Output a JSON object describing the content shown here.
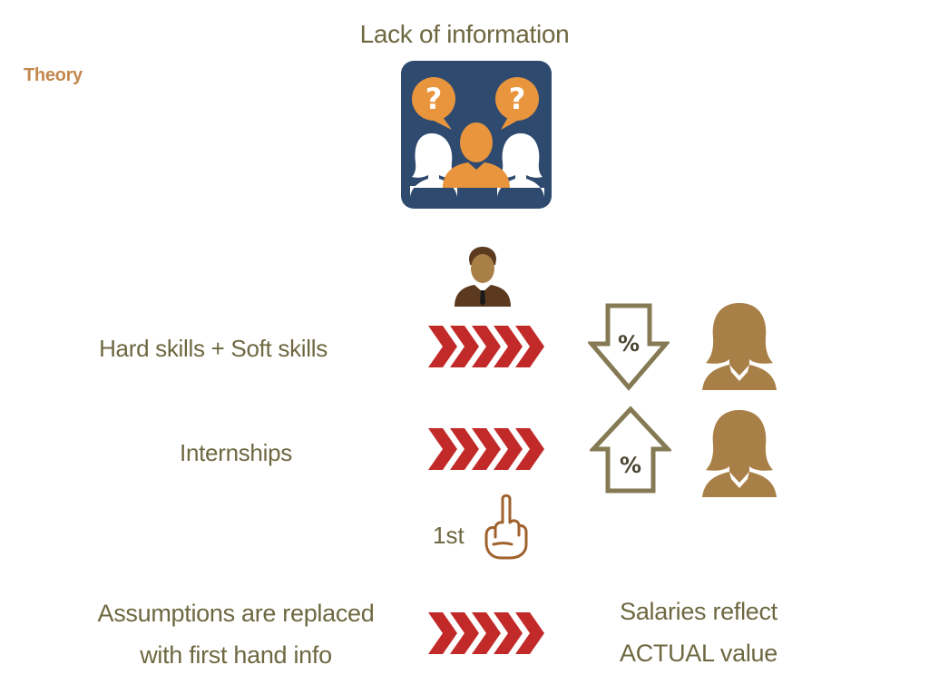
{
  "slide": {
    "title": "Lack of information",
    "section_tag": "Theory"
  },
  "rows": [
    {
      "label": "Hard skills + Soft skills",
      "rate_icon": "percent-down-arrow-icon",
      "person_icon": "woman-icon"
    },
    {
      "label": "Internships",
      "rate_icon": "percent-up-house-icon",
      "person_icon": "woman-icon"
    }
  ],
  "first_marker": {
    "label": "1st",
    "icon": "index-finger-icon"
  },
  "conclusion": {
    "left_line1": "Assumptions are replaced",
    "left_line2": "with first hand info",
    "right_line1": "Salaries reflect",
    "right_line2": "ACTUAL value"
  },
  "colors": {
    "text": "#6e6841",
    "theory": "#c4884d",
    "chevron": "#c22a2a",
    "person_brown": "#a97f48",
    "icon_navy": "#2e4a6f",
    "icon_orange": "#e8953d",
    "percent_outline": "#857a54"
  }
}
